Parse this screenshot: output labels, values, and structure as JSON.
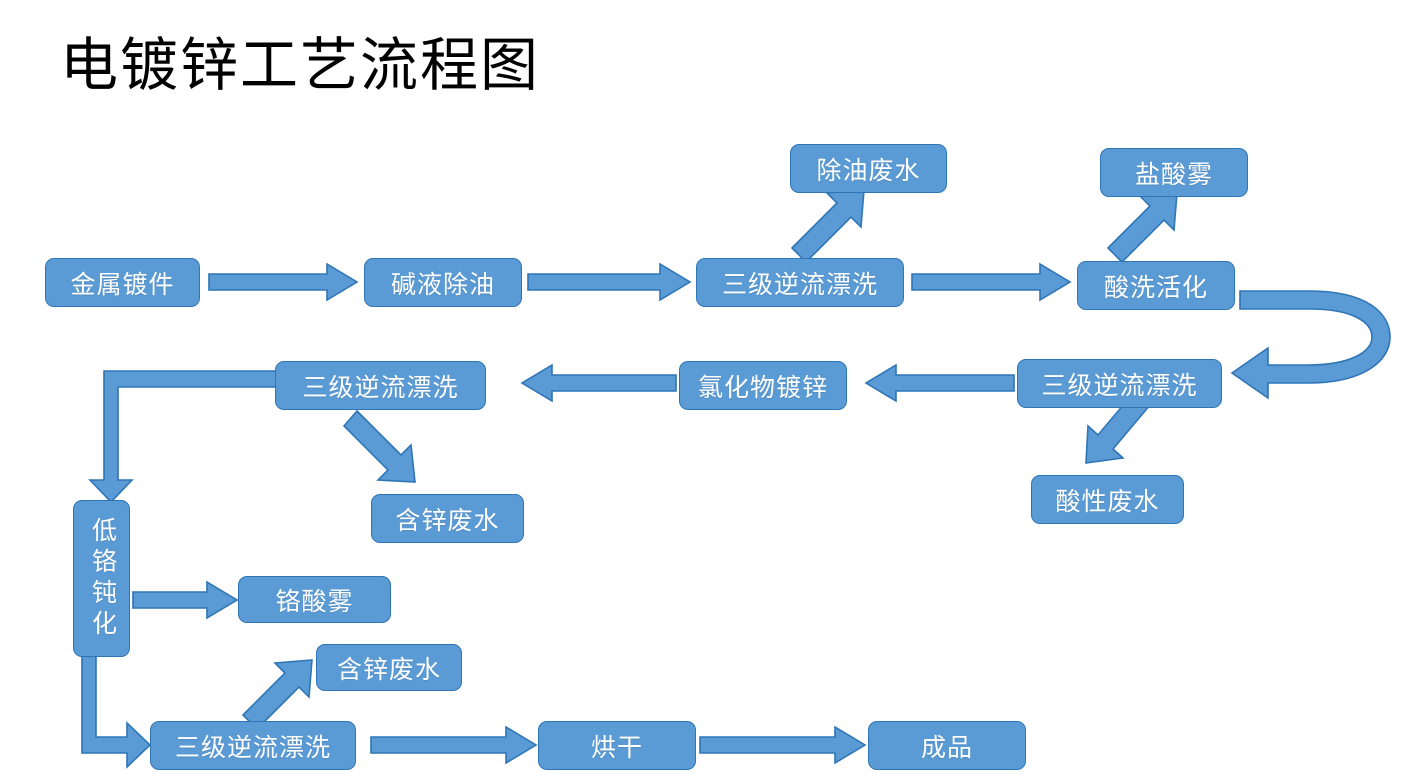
{
  "title": "电镀锌工艺流程图",
  "palette": {
    "node_fill": "#5B9BD5",
    "node_border": "#2E75B6",
    "node_text": "#FFFFFF",
    "arrow_fill": "#5B9BD5",
    "arrow_border": "#2E75B6",
    "title_text": "#000000",
    "background": "#FFFFFF"
  },
  "nodes": {
    "metal_part": "金属镀件",
    "alkali_degrease": "碱液除油",
    "rinse_1": "三级逆流漂洗",
    "degrease_wastewater": "除油废水",
    "acid_activation": "酸洗活化",
    "hcl_mist": "盐酸雾",
    "rinse_2": "三级逆流漂洗",
    "acid_wastewater": "酸性废水",
    "chloride_zinc_plating": "氯化物镀锌",
    "rinse_3": "三级逆流漂洗",
    "zinc_wastewater_1": "含锌废水",
    "low_chrome_passivation": "低铬钝化",
    "chromic_acid_mist": "铬酸雾",
    "rinse_4": "三级逆流漂洗",
    "zinc_wastewater_2": "含锌废水",
    "drying": "烘干",
    "finished_product": "成品"
  },
  "connections": [
    {
      "name": "metal-part-to-alkali-degrease",
      "from": "金属镀件",
      "to": "碱液除油",
      "style": "block-arrow-right"
    },
    {
      "name": "alkali-degrease-to-rinse-1",
      "from": "碱液除油",
      "to": "三级逆流漂洗",
      "style": "block-arrow-right"
    },
    {
      "name": "rinse-1-to-degrease-wastewater",
      "from": "三级逆流漂洗",
      "to": "除油废水",
      "style": "line-arrow-diagonal-up-right"
    },
    {
      "name": "rinse-1-to-acid-activation",
      "from": "三级逆流漂洗",
      "to": "酸洗活化",
      "style": "block-arrow-right"
    },
    {
      "name": "acid-activation-to-hcl-mist",
      "from": "酸洗活化",
      "to": "盐酸雾",
      "style": "line-arrow-diagonal-up-right"
    },
    {
      "name": "acid-activation-to-rinse-2",
      "from": "酸洗活化",
      "to": "三级逆流漂洗",
      "style": "curved-u-turn-arrow-left"
    },
    {
      "name": "rinse-2-to-acid-wastewater",
      "from": "三级逆流漂洗",
      "to": "酸性废水",
      "style": "line-arrow-diagonal-down-left"
    },
    {
      "name": "rinse-2-to-chloride-zinc-plating",
      "from": "三级逆流漂洗",
      "to": "氯化物镀锌",
      "style": "block-arrow-left"
    },
    {
      "name": "chloride-zinc-plating-to-rinse-3",
      "from": "氯化物镀锌",
      "to": "三级逆流漂洗",
      "style": "block-arrow-left"
    },
    {
      "name": "rinse-3-to-zinc-wastewater-1",
      "from": "三级逆流漂洗",
      "to": "含锌废水",
      "style": "line-arrow-diagonal-down-right"
    },
    {
      "name": "rinse-3-to-low-chrome-passivation",
      "from": "三级逆流漂洗",
      "to": "低铬钝化",
      "style": "elbow-arrow-left-down"
    },
    {
      "name": "low-chrome-passivation-to-chromic-acid-mist",
      "from": "低铬钝化",
      "to": "铬酸雾",
      "style": "block-arrow-right"
    },
    {
      "name": "low-chrome-passivation-to-rinse-4",
      "from": "低铬钝化",
      "to": "三级逆流漂洗",
      "style": "elbow-arrow-down-right"
    },
    {
      "name": "rinse-4-to-zinc-wastewater-2",
      "from": "三级逆流漂洗",
      "to": "含锌废水",
      "style": "line-arrow-diagonal-up-right"
    },
    {
      "name": "rinse-4-to-drying",
      "from": "三级逆流漂洗",
      "to": "烘干",
      "style": "block-arrow-right"
    },
    {
      "name": "drying-to-finished-product",
      "from": "烘干",
      "to": "成品",
      "style": "block-arrow-right"
    }
  ]
}
